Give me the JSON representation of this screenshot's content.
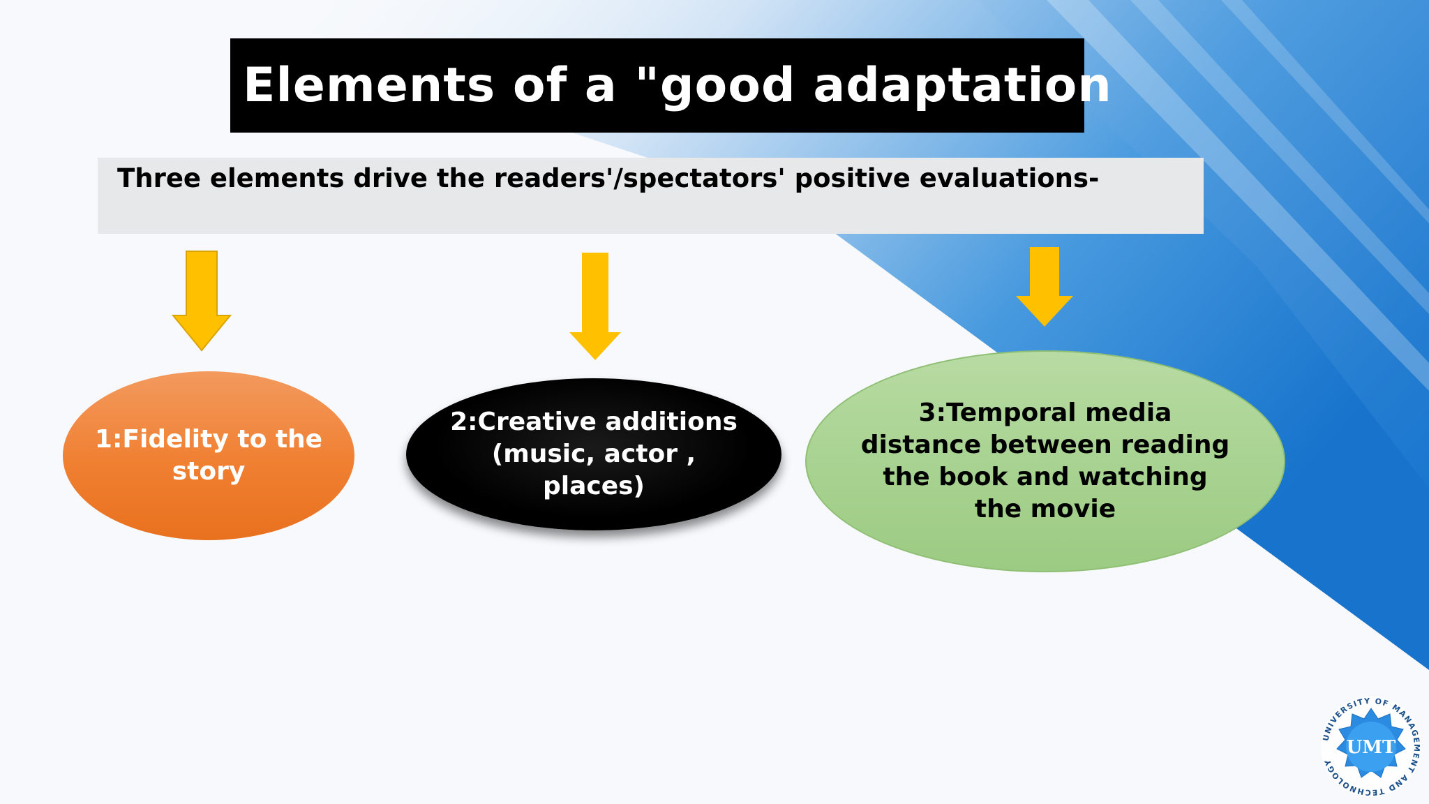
{
  "slide": {
    "title": "Elements of a \"good adaptation",
    "subtitle": "Three elements drive the readers'/spectators' positive evaluations-",
    "elements": [
      {
        "label": "1:Fidelity to the story"
      },
      {
        "label": "2:Creative additions (music, actor , places)"
      },
      {
        "label": "3:Temporal media distance between reading the book and watching the movie"
      }
    ]
  },
  "logo": {
    "abbreviation": "UMT",
    "ring_text": "UNIVERSITY OF MANAGEMENT AND TECHNOLOGY"
  },
  "colors": {
    "title_bg": "#000000",
    "subtitle_bg": "#e6e8ea",
    "arrow": "#ffc000",
    "ellipse_1": "#f07f31",
    "ellipse_2": "#000000",
    "ellipse_3": "#a7d290",
    "accent_blue": "#1f7fd6"
  }
}
